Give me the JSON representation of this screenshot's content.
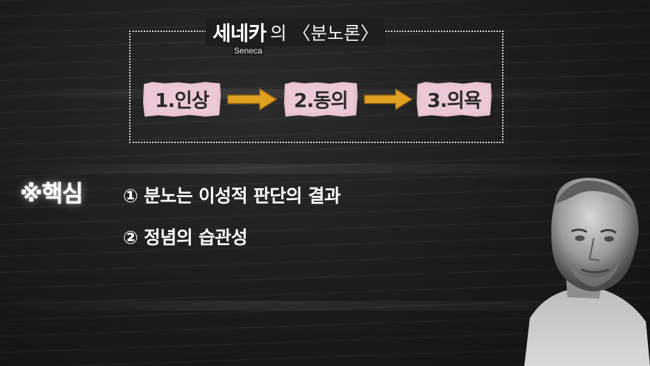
{
  "header": {
    "title_main": "세네카",
    "title_rest": "의 〈분노론〉",
    "subtitle": "Seneca"
  },
  "steps": [
    {
      "label": "1.인상"
    },
    {
      "label": "2.동의"
    },
    {
      "label": "3.의욕"
    }
  ],
  "key": {
    "label": "※핵심",
    "points": [
      "① 분노는 이성적 판단의 결과",
      "② 정념의 습관성"
    ]
  },
  "colors": {
    "board": "#1b1b1b",
    "step_fill": "#ecc9d6",
    "arrow": "#e0a020",
    "text": "#ffffff"
  }
}
